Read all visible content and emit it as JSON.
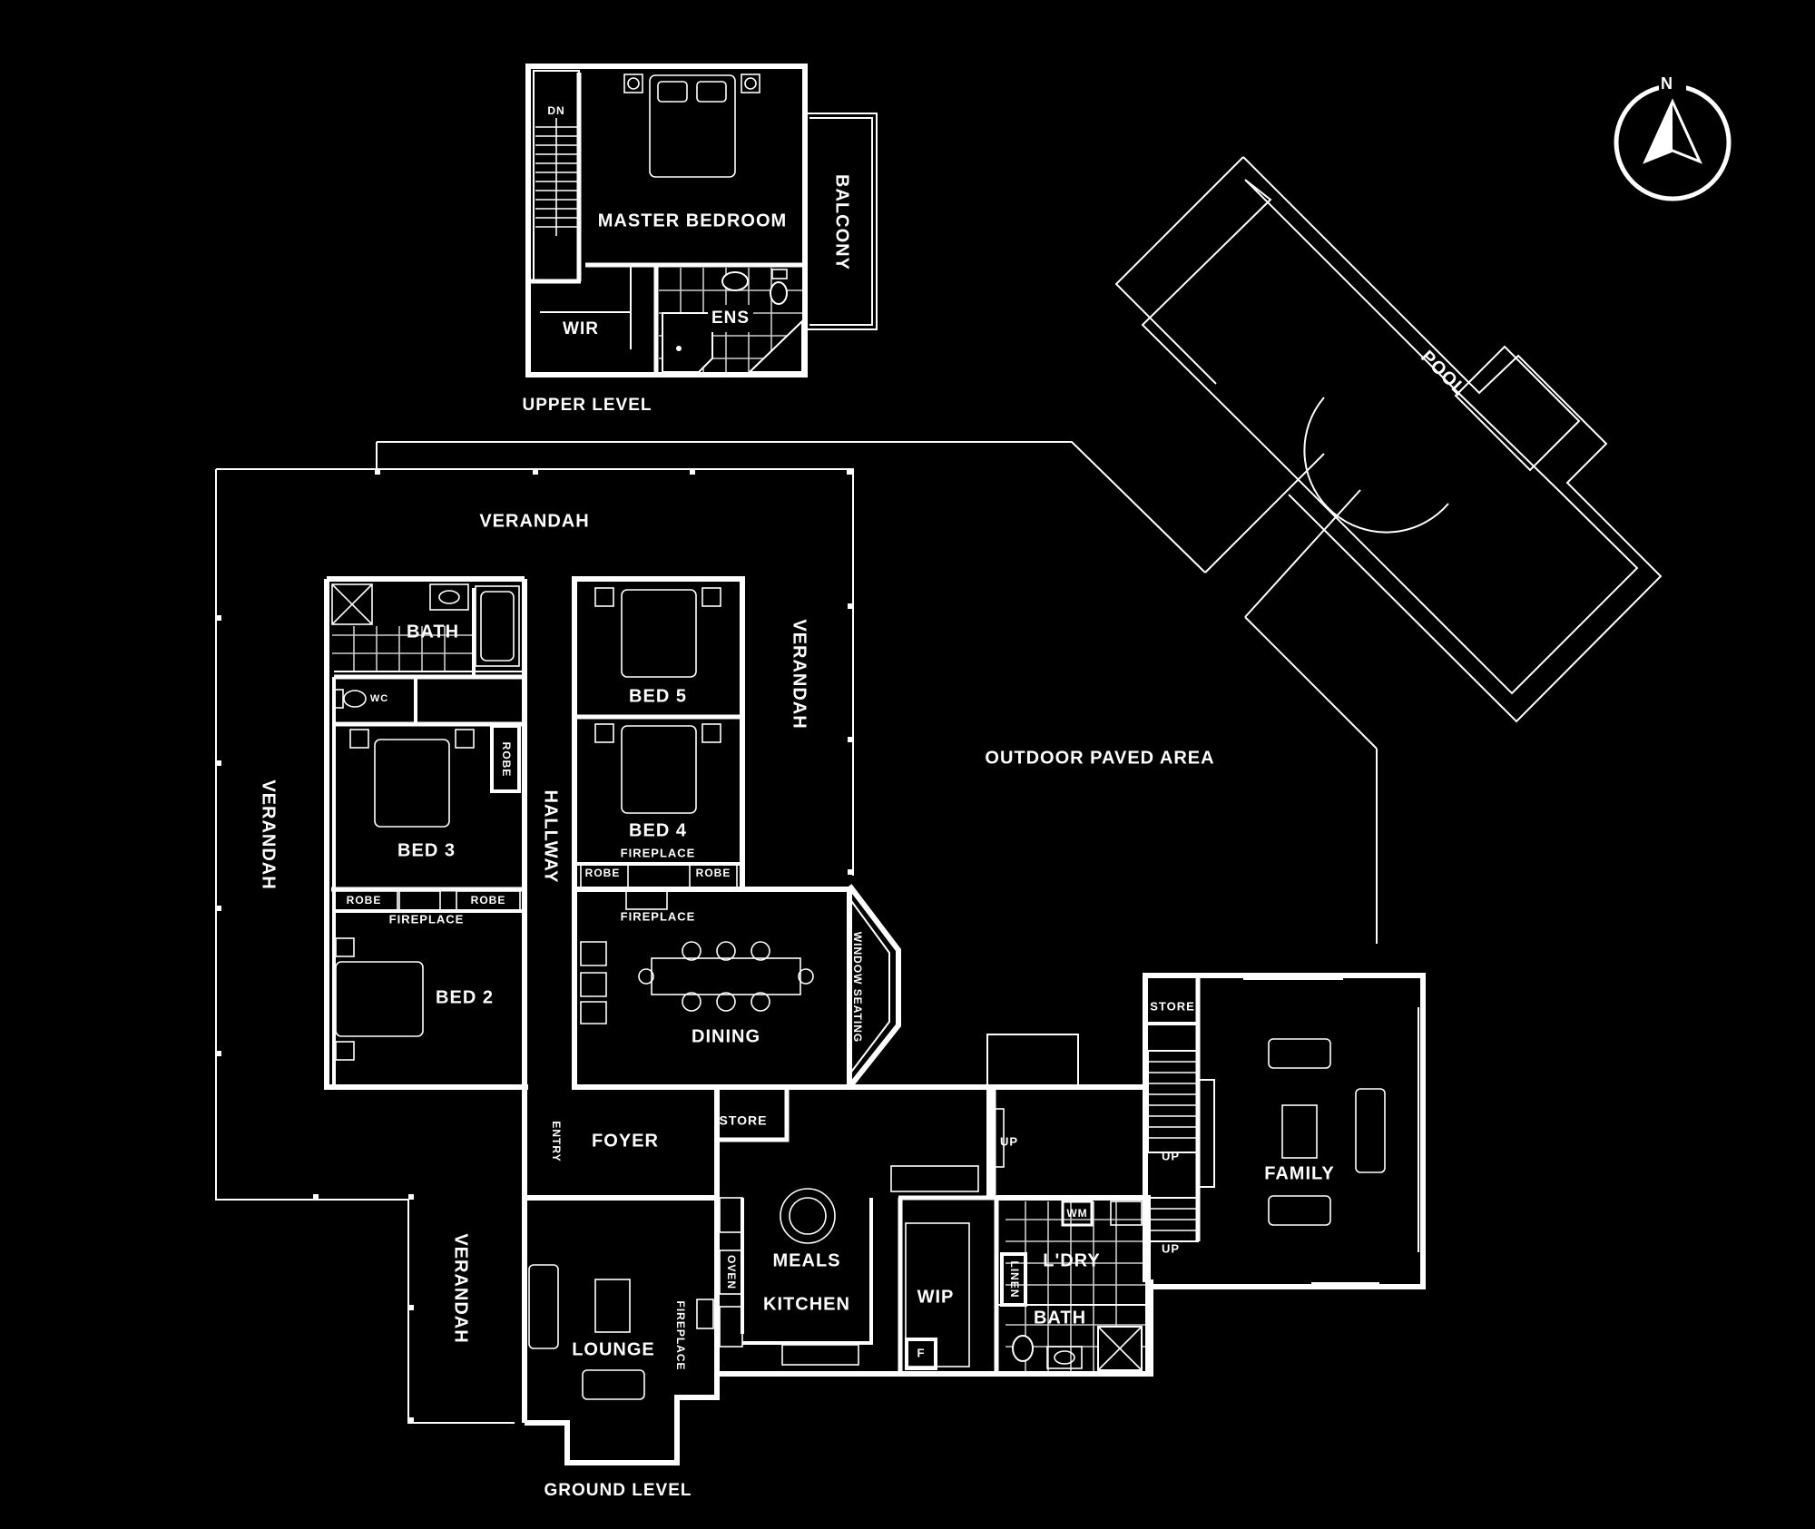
{
  "levels": {
    "upper": "UPPER LEVEL",
    "ground": "GROUND LEVEL"
  },
  "compass": {
    "letter": "N",
    "icon": "north-arrow-icon"
  },
  "upper_rooms": {
    "master_bedroom": "MASTER BEDROOM",
    "balcony": "BALCONY",
    "dn": "DN",
    "wir": "WIR",
    "ens": "ENS"
  },
  "outdoor": {
    "verandah": "VERANDAH",
    "pool": "POOL",
    "outdoor_paved_area": "OUTDOOR PAVED AREA"
  },
  "ground_rooms": {
    "bath": "BATH",
    "wc": "WC",
    "bed5": "BED 5",
    "bed4": "BED 4",
    "bed3": "BED 3",
    "bed2": "BED 2",
    "robe": "ROBE",
    "fireplace": "FIREPLACE",
    "hallway": "HALLWAY",
    "dining": "DINING",
    "window_seating": "WINDOW SEATING",
    "foyer": "FOYER",
    "entry": "ENTRY",
    "store": "STORE",
    "meals": "MEALS",
    "kitchen": "KITCHEN",
    "oven": "OVEN",
    "wip": "WIP",
    "f": "F",
    "lounge": "LOUNGE",
    "laundry": "L'DRY",
    "linen": "LINEN",
    "wm": "WM",
    "up": "UP",
    "family": "FAMILY"
  },
  "colors": {
    "background": "#000000",
    "lines": "#ffffff"
  }
}
